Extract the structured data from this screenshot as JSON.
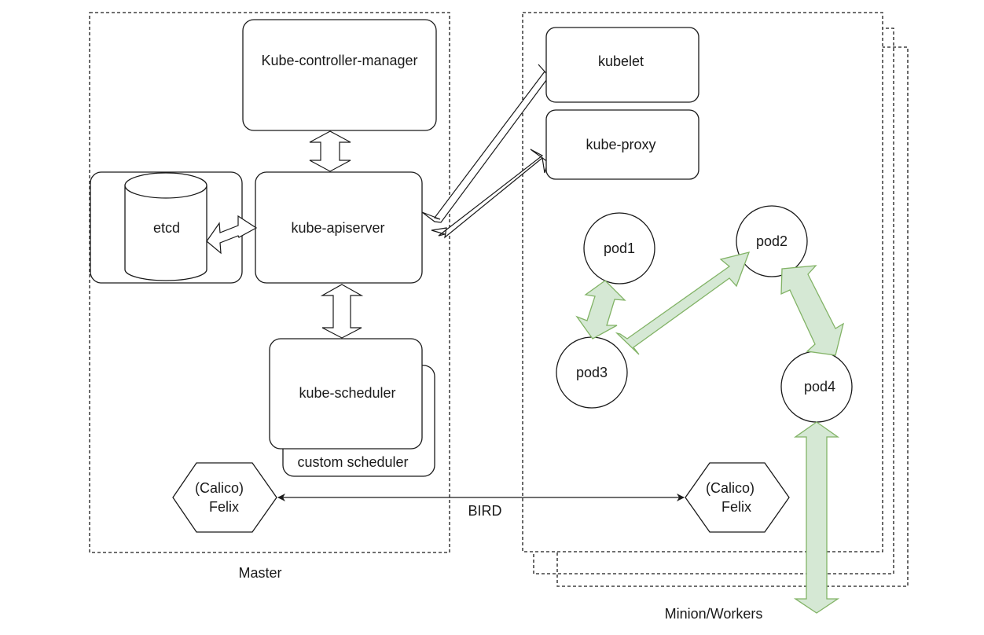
{
  "master": {
    "label": "Master",
    "controller_manager": "Kube-controller-manager",
    "etcd": "etcd",
    "apiserver": "kube-apiserver",
    "scheduler": "kube-scheduler",
    "custom_scheduler": "custom scheduler",
    "felix_line1": "(Calico)",
    "felix_line2": "Felix"
  },
  "workers": {
    "label": "Minion/Workers",
    "kubelet": "kubelet",
    "kube_proxy": "kube-proxy",
    "pods": [
      "pod1",
      "pod2",
      "pod3",
      "pod4"
    ],
    "felix_line1": "(Calico)",
    "felix_line2": "Felix"
  },
  "bird_label": "BIRD",
  "colors": {
    "stroke": "#1a1a1a",
    "pod_link_fill": "#d5e8d4",
    "pod_link_stroke": "#82b366"
  }
}
